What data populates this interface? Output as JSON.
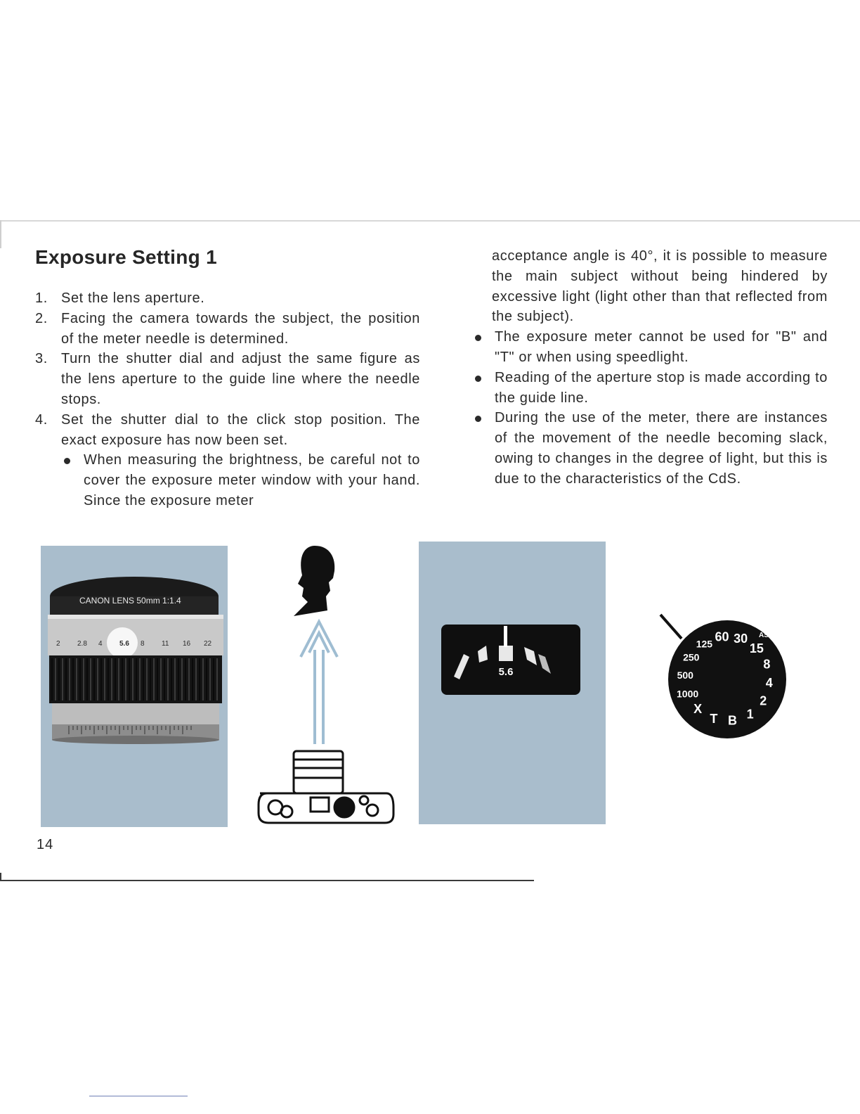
{
  "page": {
    "title": "Exposure Setting 1",
    "page_number": "14"
  },
  "steps": [
    {
      "num": "1.",
      "text": "Set the lens aperture."
    },
    {
      "num": "2.",
      "text": "Facing the camera towards the subject, the position of the meter needle is determined."
    },
    {
      "num": "3.",
      "text": "Turn the shutter dial and adjust the same figure as the lens aperture to the guide line where the needle stops."
    },
    {
      "num": "4.",
      "text": "Set the shutter dial to the click stop position. The exact exposure has now been set."
    }
  ],
  "left_bullet": "When measuring the brightness, be careful not to cover the exposure meter window with your hand. Since the exposure meter",
  "right_continuation": "acceptance angle is 40°, it is possible to measure the main subject without being hindered by excessive light (light other than that reflected from the subject).",
  "right_bullets": [
    "The exposure meter cannot be used for \"B\" and \"T\" or when using speedlight.",
    "Reading of the aperture stop is made according to the guide line.",
    "During the use of the meter, there are instances of the movement of the needle becoming slack, owing to changes in the degree of light, but this is due to the characteristics of the CdS."
  ],
  "figures": {
    "lens": {
      "engraving": "CANON LENS 50mm 1:1.4",
      "aperture_scale": [
        "2",
        "2.8",
        "4",
        "5.6",
        "8",
        "11",
        "16",
        "22"
      ],
      "selected_aperture": "5.6"
    },
    "meter_window": {
      "reading": "5.6"
    },
    "shutter_dial": {
      "speeds": [
        "1000",
        "500",
        "250",
        "125",
        "60",
        "30",
        "15",
        "8",
        "4",
        "2",
        "1",
        "B",
        "T",
        "X"
      ],
      "marks": [
        "ASA"
      ]
    }
  },
  "colors": {
    "photo_background": "#a9bdcc",
    "arrow": "#9fbdd2",
    "text": "#2a2a2a"
  }
}
